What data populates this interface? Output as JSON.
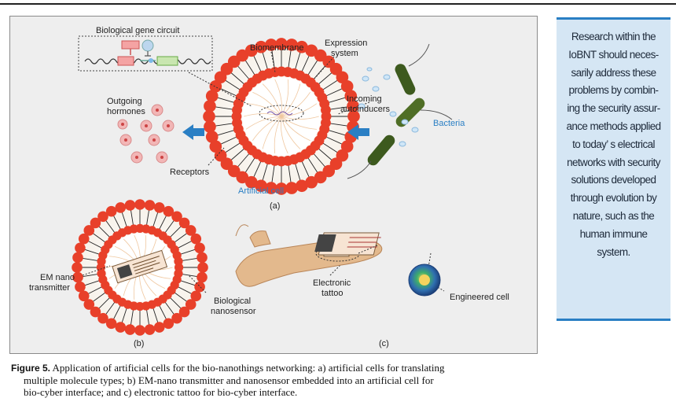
{
  "figure": {
    "labels": {
      "gene_circuit": "Biological gene circuit",
      "biomembrane": "Biomembrane",
      "expression_1": "Expression",
      "expression_2": "system",
      "outgoing_1": "Outgoing",
      "outgoing_2": "hormones",
      "incoming_1": "Incoming",
      "incoming_2": "autoinducers",
      "bacteria": "Bacteria",
      "receptors": "Receptors",
      "artificial_cell": "Artificial cell",
      "panel_a": "(a)",
      "em_1": "EM nano",
      "em_2": "transmitter",
      "bio_1": "Biological",
      "bio_2": "nanosensor",
      "panel_b": "(b)",
      "tattoo_1": "Electronic",
      "tattoo_2": "tattoo",
      "engineered": "Engineered cell",
      "panel_c": "(c)"
    },
    "colors": {
      "lipid_head": "#e8402a",
      "arrow": "#2a7fc4",
      "bacteria": "#3d5a1e",
      "hormone": "#f2b6b6",
      "label_blue": "#2a7fc4"
    }
  },
  "sidebar": {
    "lines": [
      "Research within the",
      "IoBNT should neces-",
      "sarily address these",
      "problems by combin-",
      "ing the security assur-",
      "ance methods applied",
      "to today’ s electrical",
      "networks with security",
      "solutions developed",
      "through evolution by",
      "nature, such as the",
      "human immune",
      "system."
    ]
  },
  "caption": {
    "figure_no": "Figure 5.",
    "line1": " Application of artificial cells for the bio-nanothings networking: a) artificial cells for translating",
    "line2": "multiple molecule types; b) EM-nano transmitter and nanosensor embedded into an artificial cell for",
    "line3": "bio-cyber interface; and c) electronic tattoo for bio-cyber interface."
  }
}
